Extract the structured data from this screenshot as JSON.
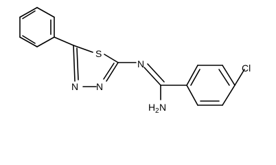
{
  "molecule": {
    "atoms": {
      "sulfur": "S",
      "imine_nitrogen": "N",
      "ring_nitrogen_left": "N",
      "ring_nitrogen_right": "N",
      "chlorine": "Cl",
      "amine_h": "H",
      "amine_sub": "2",
      "amine_n": "N"
    }
  }
}
